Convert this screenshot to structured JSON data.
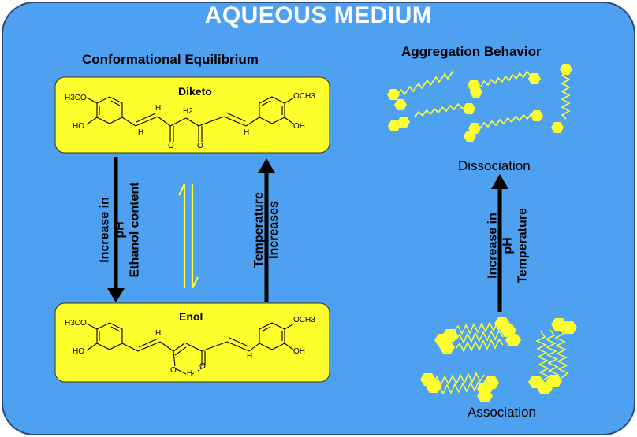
{
  "title": "AQUEOUS MEDIUM",
  "sections": {
    "equilibrium_title": "Conformational Equilibrium",
    "aggregation_title": "Aggregation Behavior"
  },
  "diketo": {
    "label": "Diketo",
    "atoms": [
      "H3CO",
      "OCH3",
      "HO",
      "OH",
      "H",
      "H2",
      "H",
      "H",
      "O",
      "O"
    ]
  },
  "enol": {
    "label": "Enol",
    "atoms": [
      "H3CO",
      "OCH3",
      "HO",
      "OH",
      "H",
      "O",
      "H",
      "O",
      "H"
    ]
  },
  "arrows": {
    "down_lines": [
      "Increase in",
      "pH",
      "Ethanol content"
    ],
    "up_lines": [
      "Temperature",
      "Increases"
    ],
    "aggregation_lines": [
      "Increase in",
      "pH",
      "Temperature"
    ]
  },
  "states": {
    "dissociation": "Dissociation",
    "association": "Association"
  },
  "colors": {
    "background": "#4ea0f0",
    "border": "#2b4a78",
    "box": "#ffff2e",
    "equilibrium_arrows": "#ffff2e",
    "title": "#ffffff"
  }
}
